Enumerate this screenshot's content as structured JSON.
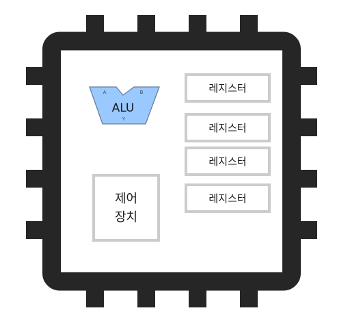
{
  "alu": {
    "label": "ALU",
    "input_a": "A",
    "input_b": "B",
    "output_y": "Y",
    "fill_color": "#99c9ff",
    "stroke_color": "#6a7d99"
  },
  "registers": [
    {
      "label": "레지스터"
    },
    {
      "label": "레지스터"
    },
    {
      "label": "레지스터"
    },
    {
      "label": "레지스터"
    }
  ],
  "control_unit": {
    "label": "제어\n장치"
  },
  "colors": {
    "chip_border": "#262626",
    "box_border": "#cccccc",
    "background": "#ffffff"
  }
}
